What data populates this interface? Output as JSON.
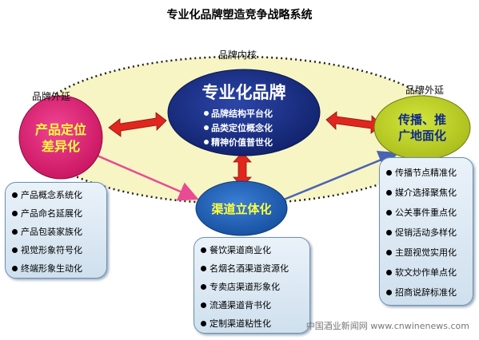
{
  "title": "专业化品牌塑造竞争战略系统",
  "labels": {
    "core": "品牌内核",
    "left_ext": "品牌外延",
    "right_ext": "品牌外延"
  },
  "core": {
    "title": "专业化品牌",
    "items": [
      "品牌结构平台化",
      "品类定位概念化",
      "精神价值普世化"
    ]
  },
  "left_node": {
    "line1": "产品定位",
    "line2": "差异化"
  },
  "right_node": {
    "line1": "传播、推",
    "line2": "广地面化"
  },
  "bottom_node": {
    "text": "渠道立体化"
  },
  "left_list": [
    "产品概念系统化",
    "产品命名延展化",
    "产品包装家族化",
    "视觉形象符号化",
    "终端形象生动化"
  ],
  "bottom_list": [
    "餐饮渠道商业化",
    "名烟名酒渠道资源化",
    "专卖店渠道形象化",
    "流通渠道背书化",
    "定制渠道粘性化"
  ],
  "right_list": [
    "传播节点精准化",
    "媒介选择聚焦化",
    "公关事件重点化",
    "促销活动多样化",
    "主题视觉实用化",
    "软文炒作单点化",
    "招商说辞标准化"
  ],
  "watermark": "中国酒业新闻网  www.cnwinenews.com",
  "colors": {
    "core": "#1a2f86",
    "left_node": "#e3247c",
    "right_node": "#c2d62b",
    "bottom_node": "#1e5fb8",
    "ellipse_fill": "#f7f5c4",
    "arrow_red": "#e0261e"
  }
}
